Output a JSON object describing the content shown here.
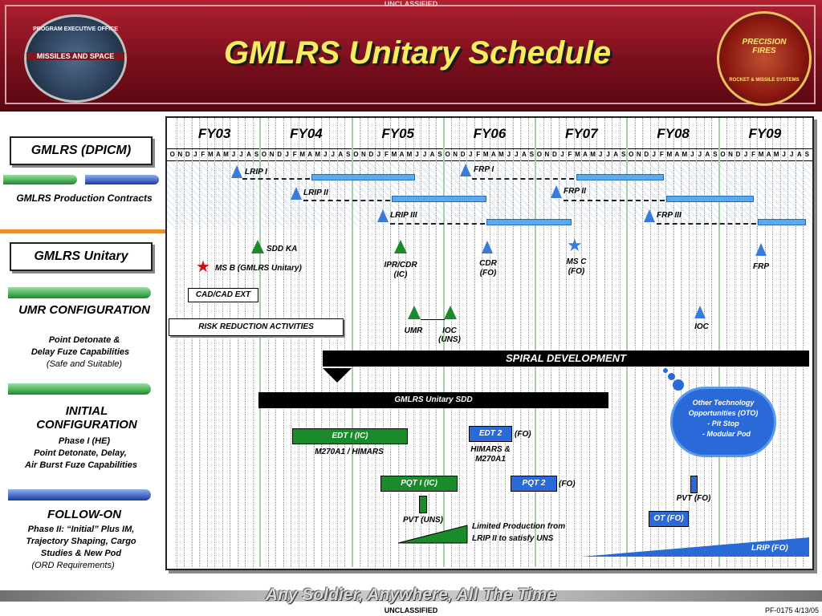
{
  "header": {
    "classification_top": "UNCLASSIFIED",
    "title": "GMLRS Unitary Schedule",
    "logo_left_text": "MISSILES AND SPACE",
    "logo_left_arc": "PROGRAM EXECUTIVE OFFICE",
    "logo_right_text": "PRECISION FIRES",
    "logo_right_arc": "ROCKET & MISSILE SYSTEMS"
  },
  "timeline": {
    "fiscal_years": [
      "FY03",
      "FY04",
      "FY05",
      "FY06",
      "FY07",
      "FY08",
      "FY09"
    ],
    "months": [
      "O",
      "N",
      "D",
      "J",
      "F",
      "M",
      "A",
      "M",
      "J",
      "J",
      "A",
      "S"
    ]
  },
  "dpicm": {
    "title": "GMLRS (DPICM)",
    "caption": "GMLRS Production Contracts",
    "lrip1": "LRIP I",
    "lrip2": "LRIP II",
    "lrip3": "LRIP III",
    "frp1": "FRP I",
    "frp2": "FRP II",
    "frp3": "FRP III"
  },
  "unitary": {
    "title": "GMLRS Unitary",
    "umr_title": "UMR CONFIGURATION",
    "umr_desc1": "Point Detonate &",
    "umr_desc2": "Delay Fuze Capabilities",
    "umr_desc3": "(Safe and Suitable)",
    "initial_title": "INITIAL CONFIGURATION",
    "initial_desc1": "Phase I (HE)",
    "initial_desc2": "Point Detonate, Delay,",
    "initial_desc3": "Air Burst Fuze Capabilities",
    "followon_title": "FOLLOW-ON",
    "followon_desc1": "Phase II:  “Initial” Plus IM,",
    "followon_desc2": "Trajectory Shaping, Cargo",
    "followon_desc3": "Studies & New Pod",
    "followon_desc4": "(ORD Requirements)"
  },
  "milestones": {
    "sdd_ka": "SDD KA",
    "ms_b": "MS B (GMLRS Unitary)",
    "ipr_cdr": "IPR/CDR",
    "ipr_cdr_sub": "(IC)",
    "cdr": "CDR",
    "cdr_sub": "(FO)",
    "ms_c": "MS C",
    "ms_c_sub": "(FO)",
    "frp": "FRP",
    "cad": "CAD/CAD EXT",
    "risk": "RISK REDUCTION ACTIVITIES",
    "umr": "UMR",
    "ioc_uns": "IOC",
    "ioc_uns_sub": "(UNS)",
    "ioc": "IOC",
    "spiral": "SPIRAL DEVELOPMENT",
    "sdd_bar": "GMLRS Unitary SDD",
    "edt1": "EDT  I (IC)",
    "edt1_sub": "M270A1 / HIMARS",
    "edt2": "EDT 2",
    "edt2_fo": "(FO)",
    "edt2_sub1": "HIMARS &",
    "edt2_sub2": "M270A1",
    "pqt1": "PQT I (IC)",
    "pqt2": "PQT 2",
    "pqt2_fo": "(FO)",
    "pvt_uns": "PVT (UNS)",
    "pvt_fo": "PVT (FO)",
    "ot_fo": "OT (FO)",
    "limited1": "Limited Production  from",
    "limited2": "LRIP II to satisfy UNS",
    "lrip_fo": "LRIP (FO)",
    "oto1": "Other Technology",
    "oto2": "Opportunities (OTO)",
    "oto3": "-  Pit Stop",
    "oto4": "-  Modular Pod"
  },
  "footer": {
    "motto": "Any Soldier, Anywhere, All The Time",
    "classification_bottom": "UNCLASSIFIED",
    "doc_id": "PF-0175  4/13/05"
  },
  "colors": {
    "header_red": "#8a1422",
    "title_yellow": "#f8ec60",
    "milestone_blue": "#3a7ad8",
    "milestone_green": "#1a8a2a",
    "divider_orange": "#e8902a"
  }
}
